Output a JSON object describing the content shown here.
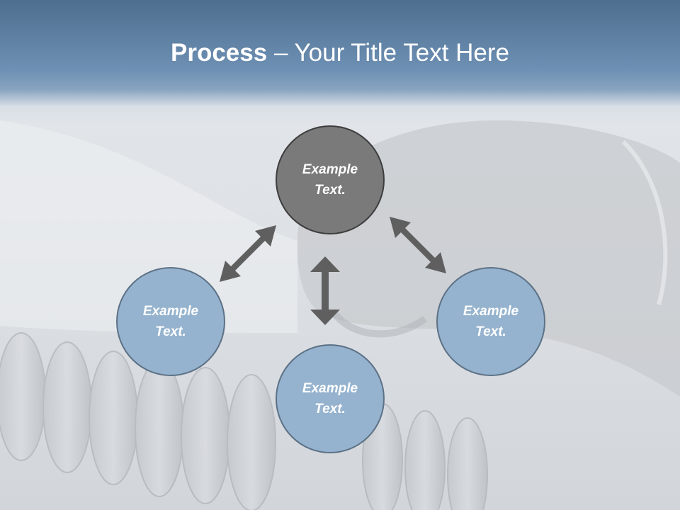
{
  "slide": {
    "title_bold": "Process",
    "title_rest": " – Your Title Text Here"
  },
  "colors": {
    "header_blue": "#6c8fb3",
    "node_blue": "#95b3ce",
    "node_blue_border": "#5d7186",
    "node_gray": "#7a7a7a",
    "node_gray_border": "#3d3d3d",
    "arrow": "#5f5f5f"
  },
  "diagram": {
    "nodes": [
      {
        "text": "Example Text.",
        "style": "gray"
      },
      {
        "text": "Example Text.",
        "style": "blue"
      },
      {
        "text": "Example Text.",
        "style": "blue"
      },
      {
        "text": "Example Text.",
        "style": "blue"
      }
    ],
    "arrows": [
      {
        "type": "double-arrow",
        "between": [
          "top",
          "left"
        ]
      },
      {
        "type": "double-arrow",
        "between": [
          "top",
          "bottom"
        ]
      },
      {
        "type": "double-arrow",
        "between": [
          "top",
          "right"
        ]
      }
    ]
  }
}
